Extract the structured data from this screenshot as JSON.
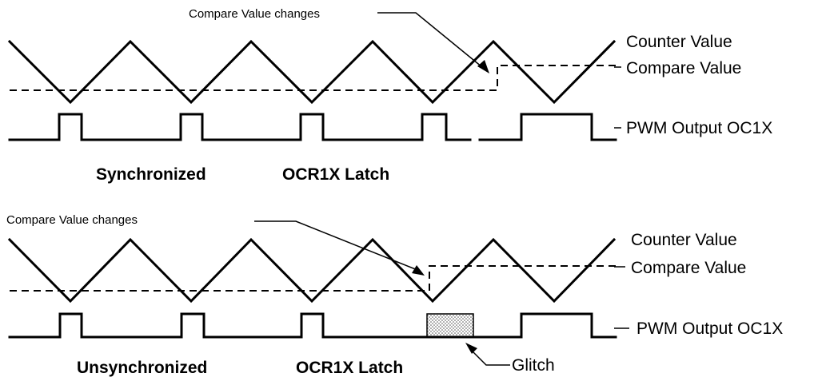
{
  "top": {
    "annotation": "Compare Value changes",
    "counter_label": "Counter Value",
    "compare_label": "Compare Value",
    "pwm_label": "PWM  Output  OC1X",
    "caption_left": "Synchronized",
    "caption_right": "OCR1X  Latch"
  },
  "bottom": {
    "annotation": "Compare Value changes",
    "counter_label": "Counter  Value",
    "compare_label": "Compare Value",
    "pwm_label": "PWM  Output  OC1X",
    "caption_left": "Unsynchronized",
    "caption_right": "OCR1X  Latch",
    "glitch_label": "Glitch"
  }
}
